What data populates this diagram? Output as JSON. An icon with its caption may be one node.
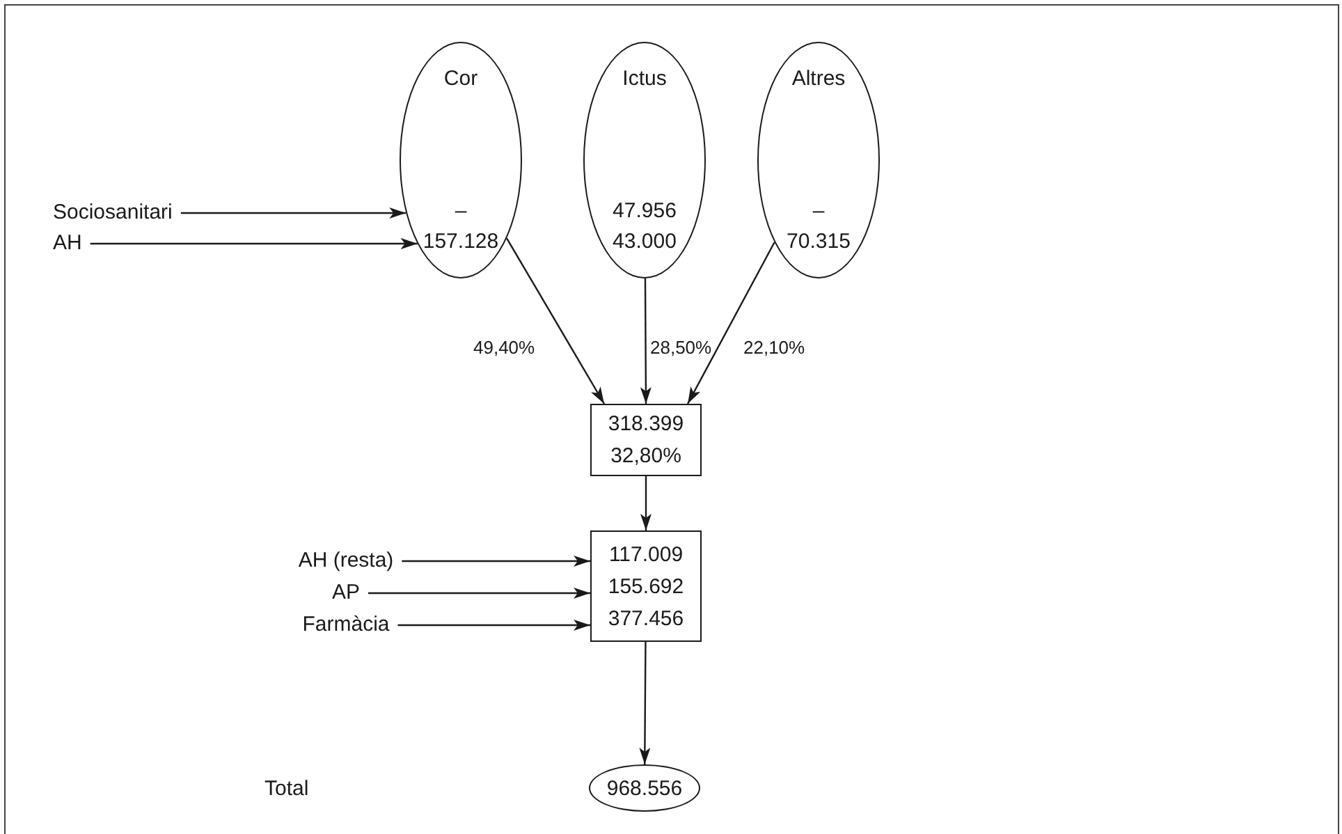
{
  "diagram": {
    "nodes": [
      {
        "text": [
          "Cor",
          "–",
          "157.128"
        ]
      },
      {
        "text": [
          "Ictus",
          "47.956",
          "43.000"
        ]
      },
      {
        "text": [
          "Altres",
          "–",
          "70.315"
        ]
      },
      {
        "text": [
          "Sociosanitari"
        ]
      },
      {
        "text": [
          "AH"
        ]
      },
      {
        "text": [
          "318.399",
          "32,80%"
        ]
      },
      {
        "text": [
          "117.009",
          "155.692",
          "377.456"
        ]
      },
      {
        "text": [
          "AH (resta)"
        ]
      },
      {
        "text": [
          "AP"
        ]
      },
      {
        "text": [
          "Farmàcia"
        ]
      },
      {
        "text": [
          "968.556"
        ]
      }
    ],
    "edges": [
      {
        "from": 3,
        "to": 0,
        "arrow": "to"
      },
      {
        "from": 4,
        "to": 0,
        "arrow": "to"
      },
      {
        "from": 0,
        "to": 5,
        "arrow": "to",
        "label": "49,40%"
      },
      {
        "from": 1,
        "to": 5,
        "arrow": "to",
        "label": "28,50%"
      },
      {
        "from": 2,
        "to": 5,
        "arrow": "to",
        "label": "22,10%"
      },
      {
        "from": 5,
        "to": 6,
        "arrow": "to"
      },
      {
        "from": 7,
        "to": 6,
        "arrow": "to"
      },
      {
        "from": 8,
        "to": 6,
        "arrow": "to"
      },
      {
        "from": 9,
        "to": 6,
        "arrow": "to"
      },
      {
        "from": 6,
        "to": 10,
        "arrow": "to"
      }
    ],
    "labels": [
      "Total"
    ]
  }
}
